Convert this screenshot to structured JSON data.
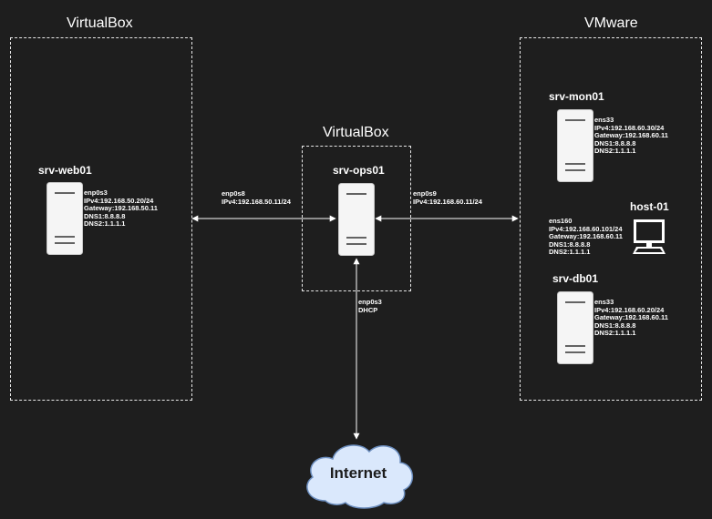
{
  "zones": {
    "virtualbox_left": {
      "title": "VirtualBox"
    },
    "virtualbox_center": {
      "title": "VirtualBox"
    },
    "vmware": {
      "title": "VMware"
    }
  },
  "hosts": {
    "srv_web01": {
      "name": "srv-web01",
      "iface": "enp0s3",
      "ipv4": "IPv4:192.168.50.20/24",
      "gateway": "Gateway:192.168.50.11",
      "dns1": "DNS1:8.8.8.8",
      "dns2": "DNS2:1.1.1.1"
    },
    "srv_ops01": {
      "name": "srv-ops01",
      "left_iface": "enp0s8",
      "left_ipv4": "IPv4:192.168.50.11/24",
      "right_iface": "enp0s9",
      "right_ipv4": "IPv4:192.168.60.11/24",
      "wan_iface": "enp0s3",
      "wan_mode": "DHCP"
    },
    "srv_mon01": {
      "name": "srv-mon01",
      "iface": "ens33",
      "ipv4": "IPv4:192.168.60.30/24",
      "gateway": "Gateway:192.168.60.11",
      "dns1": "DNS1:8.8.8.8",
      "dns2": "DNS2:1.1.1.1"
    },
    "host_01": {
      "name": "host-01",
      "iface": "ens160",
      "ipv4": "IPv4:192.168.60.101/24",
      "gateway": "Gateway:192.168.60.11",
      "dns1": "DNS1:8.8.8.8",
      "dns2": "DNS2:1.1.1.1"
    },
    "srv_db01": {
      "name": "srv-db01",
      "iface": "ens33",
      "ipv4": "IPv4:192.168.60.20/24",
      "gateway": "Gateway:192.168.60.11",
      "dns1": "DNS1:8.8.8.8",
      "dns2": "DNS2:1.1.1.1"
    }
  },
  "internet": {
    "label": "Internet"
  },
  "colors": {
    "background": "#1e1e1e",
    "line": "#ffffff",
    "server_fill": "#f5f5f5",
    "cloud_fill": "#dae8fc",
    "cloud_stroke": "#6c8ebf"
  },
  "icons": {
    "server": "server-icon",
    "workstation": "monitor-icon",
    "cloud": "cloud-icon"
  }
}
